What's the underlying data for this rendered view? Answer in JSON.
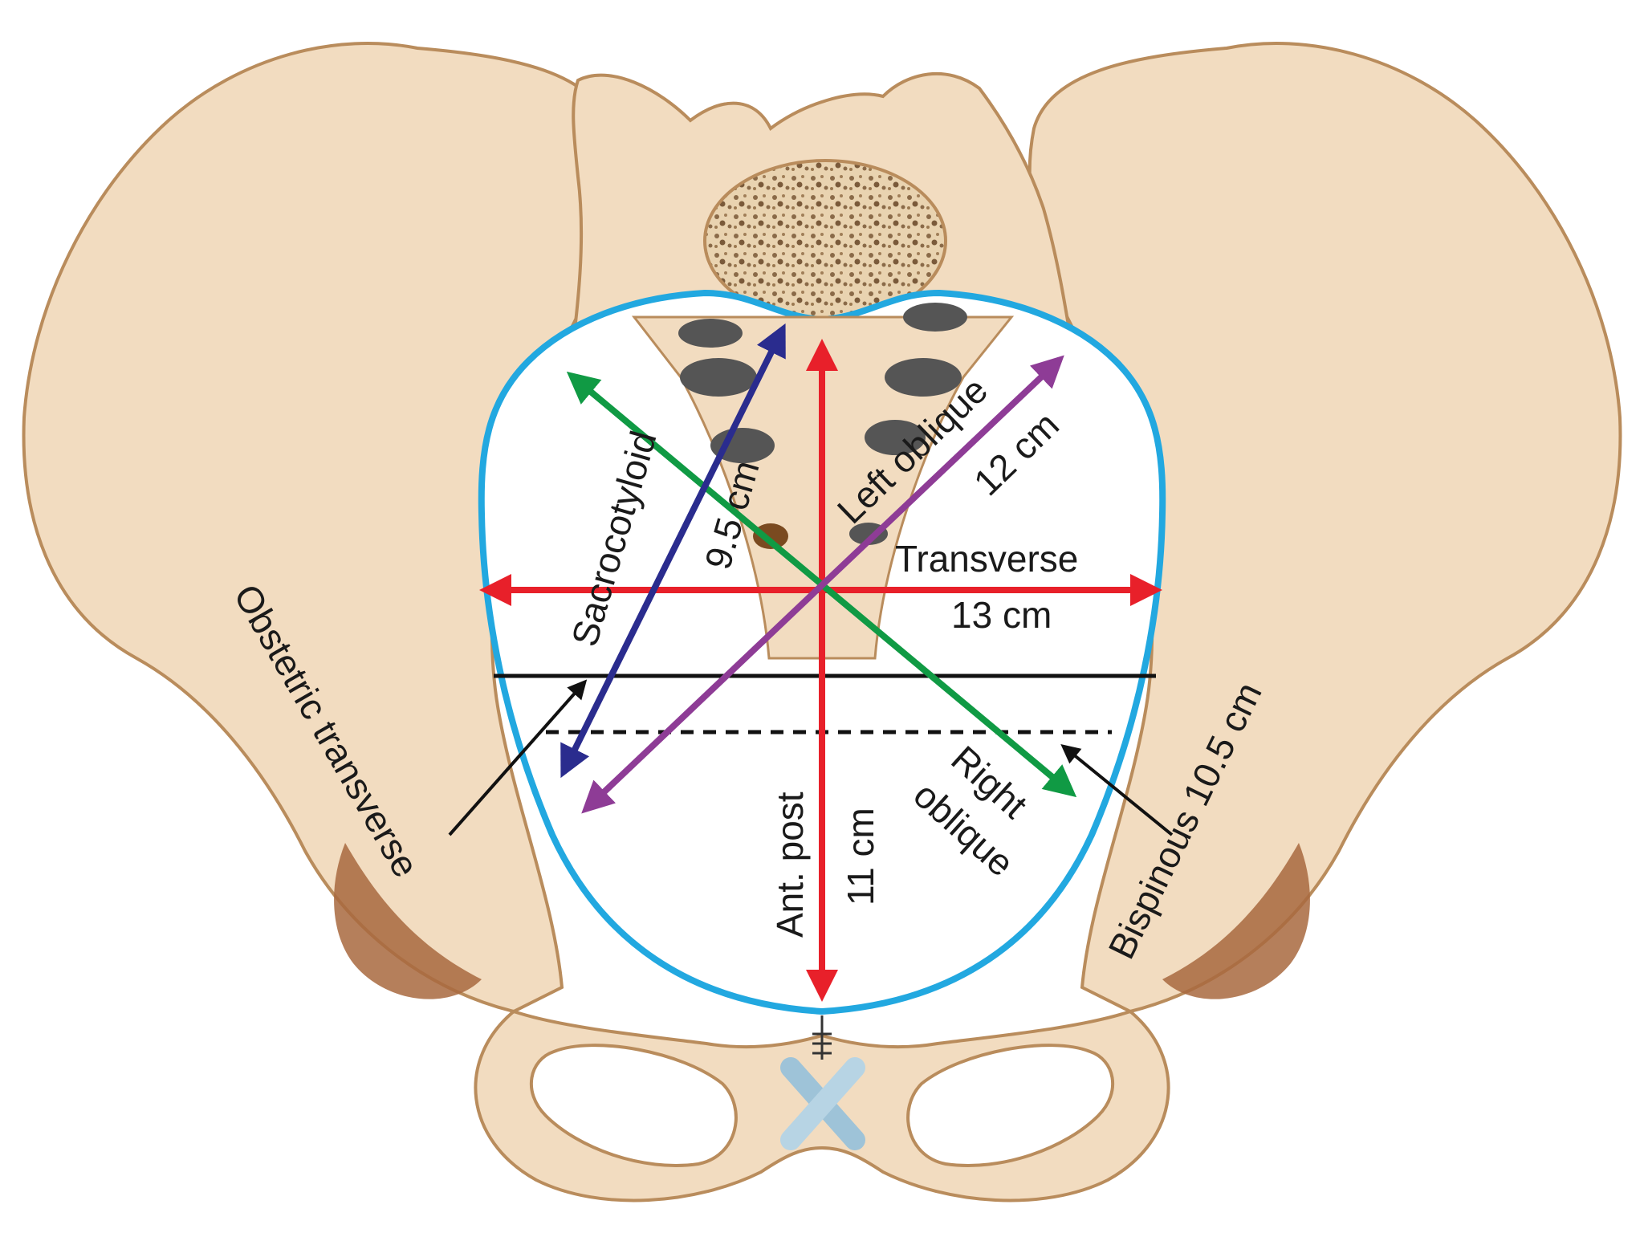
{
  "labels": {
    "transverse": "Transverse",
    "transverse_value": "13 cm",
    "left_oblique": "Left oblique",
    "left_oblique_value": "12 cm",
    "right_oblique": "Right",
    "right_oblique_2": "oblique",
    "sacrocotyloid": "Sacrocotyloid",
    "sacrocotyloid_value": "9.5 cm",
    "ant_post": "Ant. post",
    "ant_post_value": "11 cm",
    "obstetric_transverse": "Obstetric transverse",
    "bispinous": "Bispinous 10.5 cm"
  },
  "colors": {
    "bone": "#f2dcc0",
    "bone_outline": "#b98c5c",
    "bone_shadow": "#a8683e",
    "inlet": "#22a8e0",
    "transverse_arrow": "#e8202a",
    "ap_arrow": "#e8202a",
    "left_oblique_arrow": "#8e3c96",
    "right_oblique_arrow": "#109a44",
    "sacrocotyloid_arrow": "#2a2c8e",
    "guide_line": "#111111"
  },
  "icons": [
    "pelvis-illustration",
    "sacral-promontory",
    "pubic-symphysis"
  ]
}
